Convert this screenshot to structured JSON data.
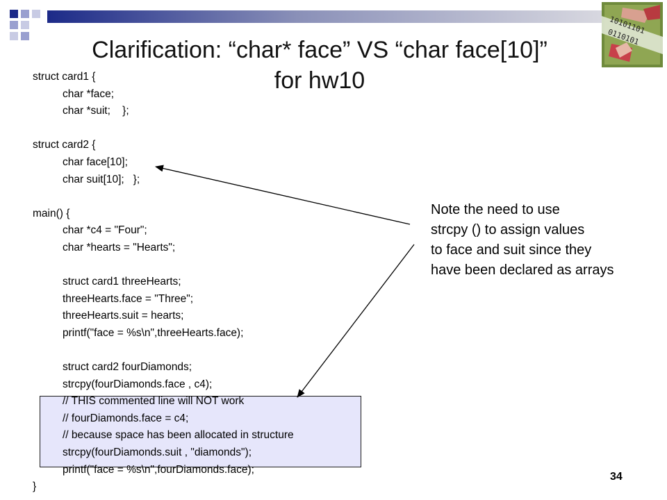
{
  "title": {
    "line1": "Clarification:  “char* face” VS “char face[10]”",
    "line2": "for hw10"
  },
  "code_lines": [
    {
      "text": "struct card1 {",
      "indent": 0
    },
    {
      "text": "char *face;",
      "indent": 1
    },
    {
      "text": "char *suit;    };",
      "indent": 1
    },
    {
      "text": "",
      "indent": 0
    },
    {
      "text": "struct card2 {",
      "indent": 0
    },
    {
      "text": "char face[10];",
      "indent": 1
    },
    {
      "text": "char suit[10];   };",
      "indent": 1
    },
    {
      "text": "",
      "indent": 0
    },
    {
      "text": "main() {",
      "indent": 0
    },
    {
      "text": "char *c4 = \"Four\";",
      "indent": 1
    },
    {
      "text": "char *hearts = \"Hearts\";",
      "indent": 1
    },
    {
      "text": "",
      "indent": 0
    },
    {
      "text": "struct card1 threeHearts;",
      "indent": 1
    },
    {
      "text": "threeHearts.face = \"Three\";",
      "indent": 1
    },
    {
      "text": "threeHearts.suit = hearts;",
      "indent": 1
    },
    {
      "text": "printf(\"face = %s\\n\",threeHearts.face);",
      "indent": 1
    },
    {
      "text": "",
      "indent": 0
    },
    {
      "text": "struct card2 fourDiamonds;",
      "indent": 1
    },
    {
      "text": "strcpy(fourDiamonds.face , c4);",
      "indent": 1
    },
    {
      "text": "// THIS commented line will NOT work",
      "indent": 1
    },
    {
      "text": "// fourDiamonds.face = c4;",
      "indent": 1
    },
    {
      "text": "// because space has been allocated in structure",
      "indent": 1
    },
    {
      "text": "strcpy(fourDiamonds.suit , \"diamonds\");",
      "indent": 1
    },
    {
      "text": "printf(\"face = %s\\n\",fourDiamonds.face);",
      "indent": 1
    },
    {
      "text": "}",
      "indent": 0
    }
  ],
  "note_lines": [
    "Note the need to use",
    "strcpy () to assign values",
    "to face and suit since they",
    "have been declared as arrays"
  ],
  "page_number": "34",
  "colors": {
    "accent_dark": "#1c2a88",
    "accent_light": "#9aa0d0",
    "highlight_fill": "#e6e6fb"
  },
  "clipart_icon": "binary-hands-clipart-icon"
}
